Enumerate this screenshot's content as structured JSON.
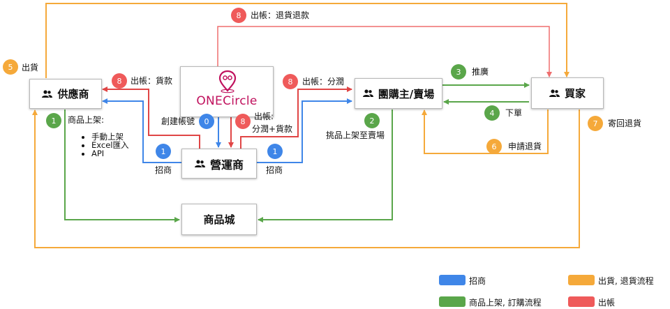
{
  "nodes": {
    "supplier": "供應商",
    "operator": "營運商",
    "group_buyer": "團購主/賣場",
    "buyer": "買家",
    "mall": "商品城",
    "logo": "ONECircle"
  },
  "labels": {
    "step0": "創建帳號",
    "step1_left": "招商",
    "step1_right": "招商",
    "step1_supplier": "商品上架:",
    "supplier_methods": [
      "手動上架",
      "Excel匯入",
      "API"
    ],
    "step2": "挑品上架至賣場",
    "step3": "推廣",
    "step4": "下單",
    "step5": "出貨",
    "step6": "申請退貨",
    "step7": "寄回退貨",
    "step8_top": "出帳：退貨退款",
    "step8_supplier": "出帳：貨款",
    "step8_operator_line1": "出帳:",
    "step8_operator_line2": "分潤+貨款",
    "step8_group": "出帳：分潤"
  },
  "badges": {
    "zero": "0",
    "one": "1",
    "two": "2",
    "three": "3",
    "four": "4",
    "five": "5",
    "six": "6",
    "seven": "7",
    "eight": "8"
  },
  "legend": {
    "blue": "招商",
    "green": "商品上架, 訂購流程",
    "orange": "出貨, 退貨流程",
    "red": "出帳"
  },
  "colors": {
    "blue": "#3f86e8",
    "green": "#5aa64a",
    "orange": "#f5a93a",
    "red": "#e04545",
    "red_top": "#ef6f6f"
  },
  "icons": {
    "people": "people-icon"
  }
}
